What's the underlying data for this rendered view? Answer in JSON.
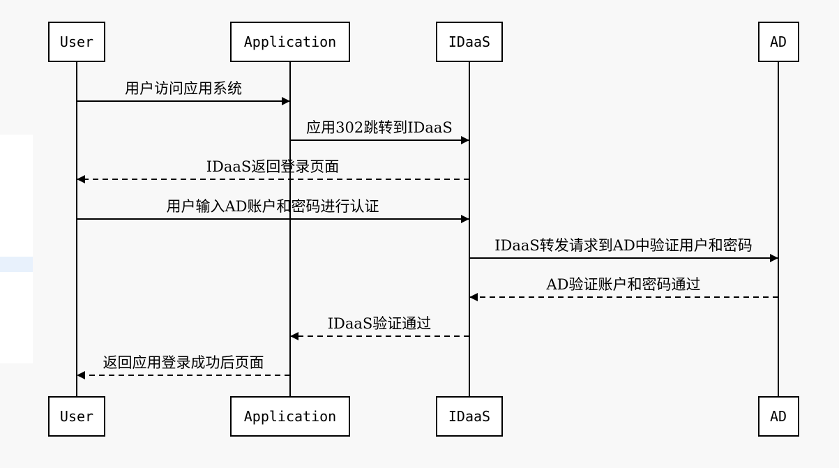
{
  "actors": [
    {
      "id": "user",
      "label": "User"
    },
    {
      "id": "application",
      "label": "Application"
    },
    {
      "id": "idaas",
      "label": "IDaaS"
    },
    {
      "id": "ad",
      "label": "AD"
    }
  ],
  "messages": [
    {
      "from": "user",
      "to": "application",
      "label": "用户访问应用系统",
      "style": "solid"
    },
    {
      "from": "application",
      "to": "idaas",
      "label": "应用302跳转到IDaaS",
      "style": "solid"
    },
    {
      "from": "idaas",
      "to": "user",
      "label": "IDaaS返回登录页面",
      "style": "dashed"
    },
    {
      "from": "user",
      "to": "idaas",
      "label": "用户输入AD账户和密码进行认证",
      "style": "solid"
    },
    {
      "from": "idaas",
      "to": "ad",
      "label": "IDaaS转发请求到AD中验证用户和密码",
      "style": "solid"
    },
    {
      "from": "ad",
      "to": "idaas",
      "label": "AD验证账户和密码通过",
      "style": "dashed"
    },
    {
      "from": "idaas",
      "to": "application",
      "label": "IDaaS验证通过",
      "style": "dashed"
    },
    {
      "from": "application",
      "to": "user",
      "label": "返回应用登录成功后页面",
      "style": "dashed"
    }
  ]
}
